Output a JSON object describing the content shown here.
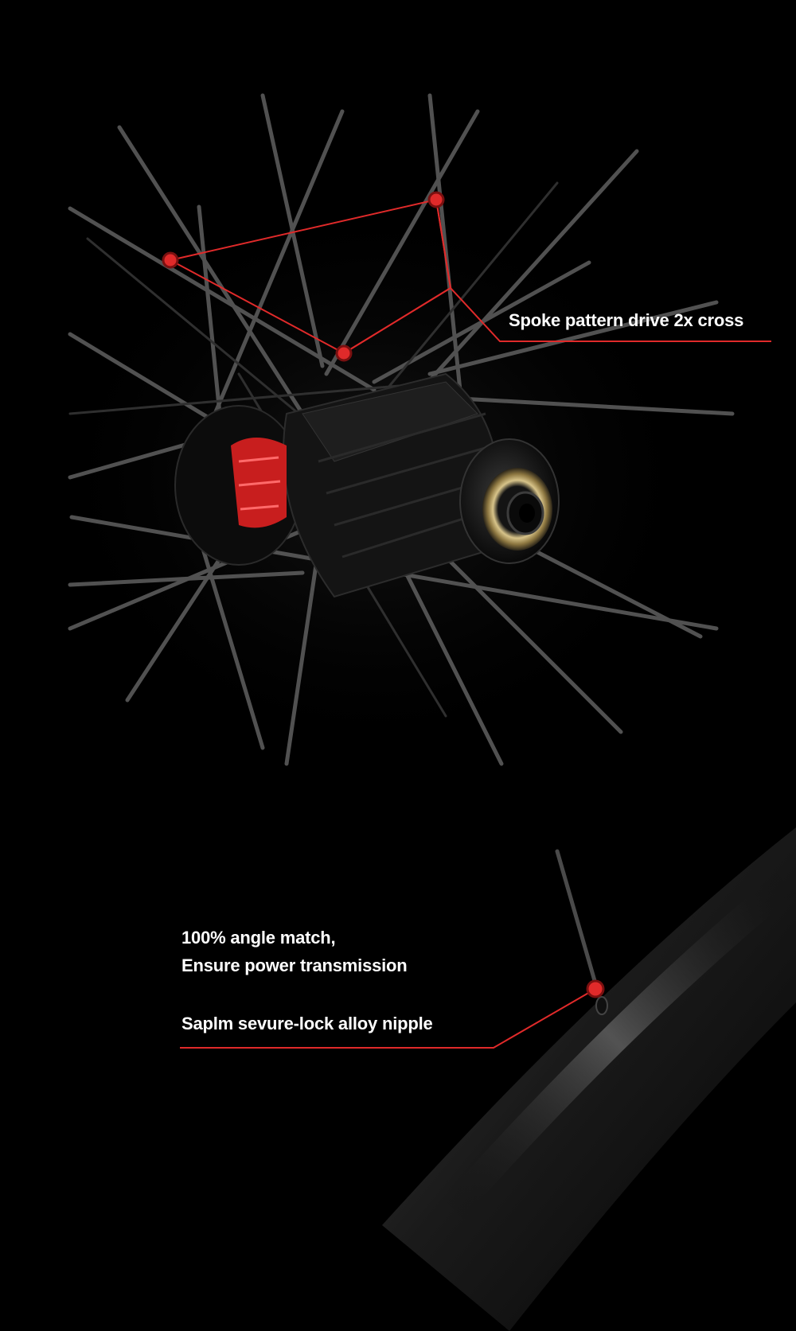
{
  "annotations": {
    "spoke_pattern": "Spoke pattern drive 2x cross",
    "angle_match_line1": "100% angle match,",
    "angle_match_line2": "Ensure power transmission",
    "nipple": "Saplm sevure-lock alloy nipple"
  },
  "colors": {
    "background": "#000000",
    "accent_red": "#e02a2a",
    "label_text": "#ffffff",
    "spoke": "#5a5a5a",
    "hub_body": "#161616",
    "hub_logo_red": "#c81e1e",
    "freehub_gold": "#b8a06a",
    "rim": "#1e1e1e"
  }
}
